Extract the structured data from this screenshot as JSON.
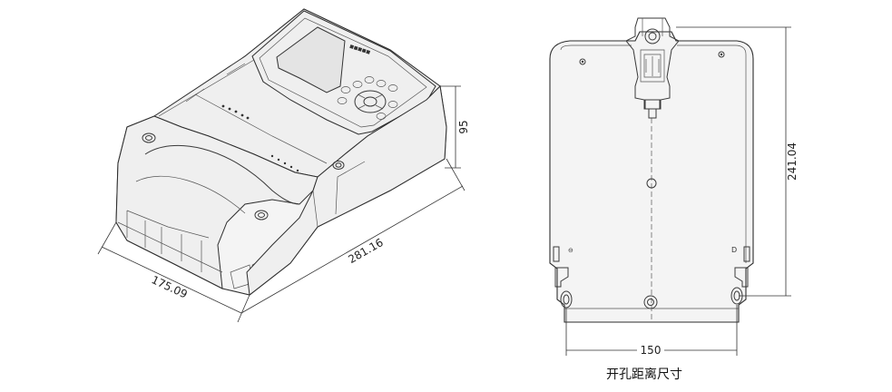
{
  "isometric_view": {
    "brand_label": "■■■■■",
    "dim_height": "95",
    "dim_width": "175.09",
    "dim_length": "281.16"
  },
  "front_view": {
    "dim_vertical": "241.04",
    "dim_horizontal": "150",
    "caption": "开孔距离尺寸",
    "hole_marker_left": "⊖",
    "hole_marker_right": "D"
  }
}
